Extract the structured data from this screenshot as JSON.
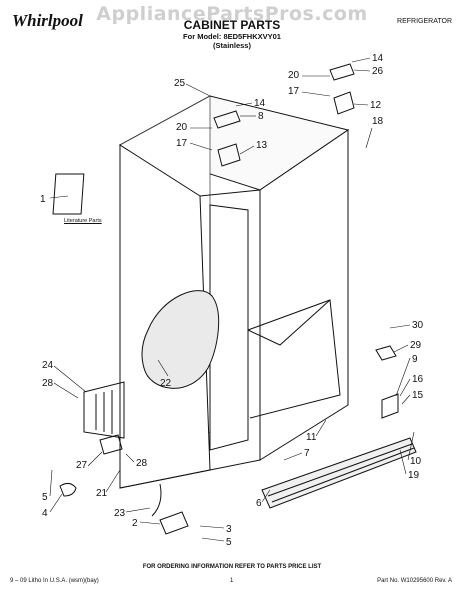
{
  "watermark": "AppliancePartsPros.com",
  "brand": {
    "name": "Whirlpool",
    "tm": "Whirlpool"
  },
  "header": {
    "title": "CABINET PARTS",
    "model_line": "For Model: 8ED5FHKXVY01",
    "variant": "(Stainless)",
    "category": "REFRIGERATOR"
  },
  "literature_label": "Literature Parts",
  "callouts": [
    "14",
    "26",
    "20",
    "17",
    "12",
    "18",
    "25",
    "14",
    "8",
    "20",
    "17",
    "13",
    "1",
    "30",
    "29",
    "9",
    "16",
    "15",
    "24",
    "28",
    "22",
    "11",
    "7",
    "27",
    "28",
    "10",
    "19",
    "5",
    "21",
    "4",
    "23",
    "2",
    "6",
    "3",
    "5"
  ],
  "footer": {
    "order_note": "FOR ORDERING INFORMATION REFER TO PARTS PRICE LIST",
    "litho": "9 – 09 Litho In U.S.A. (wsm)(bay)",
    "page": "1",
    "part_no": "Part No. W10295600 Rev. A"
  }
}
